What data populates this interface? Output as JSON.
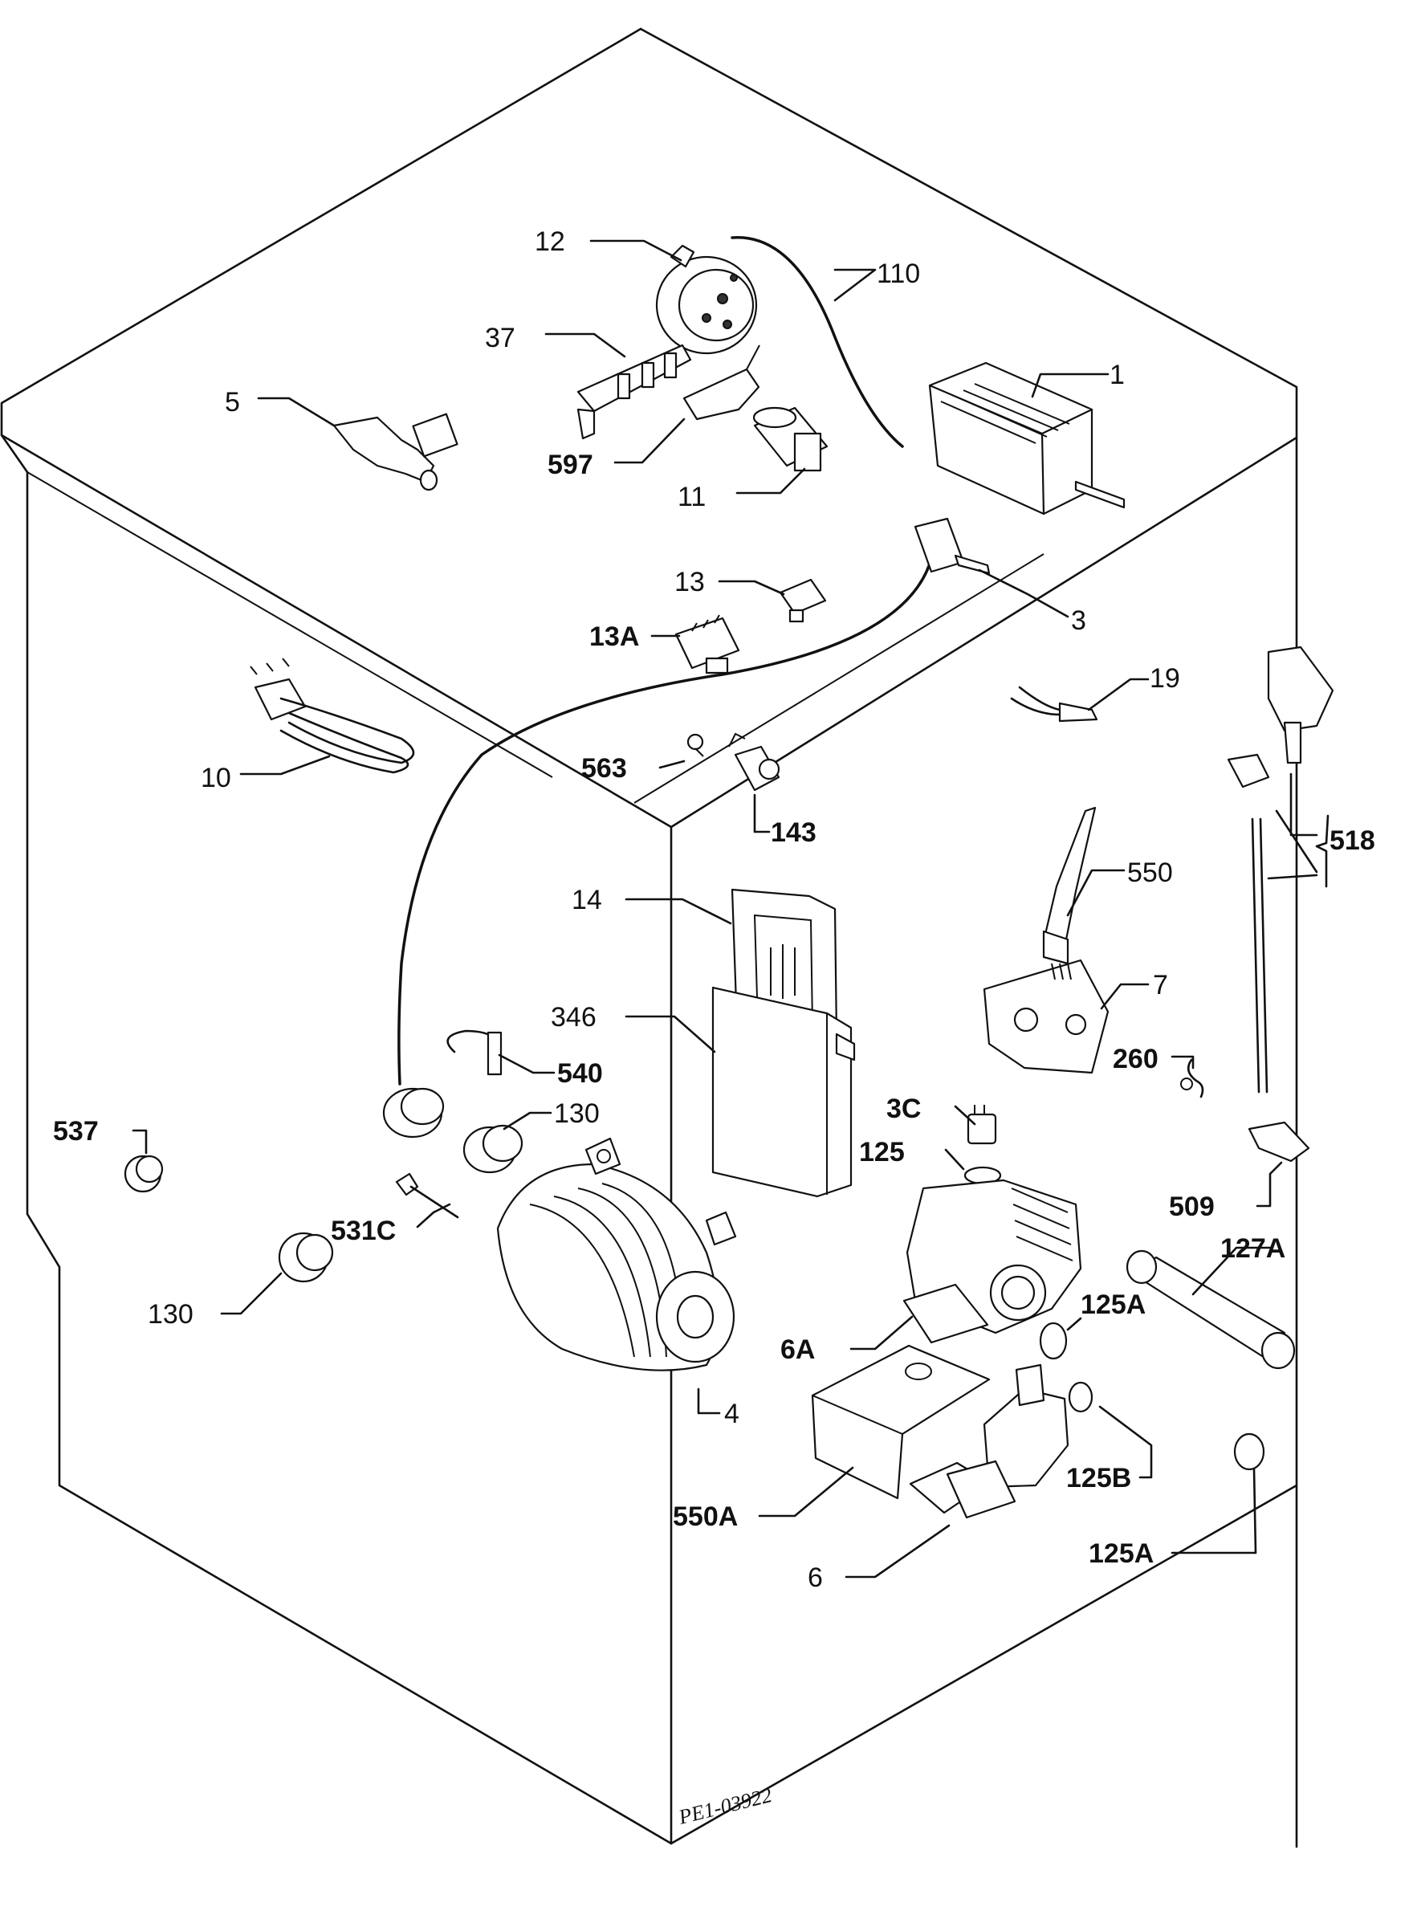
{
  "diagram": {
    "drawing_ref": "PE1-03922",
    "labels": {
      "p1": "1",
      "p3": "3",
      "p3c": "3C",
      "p4": "4",
      "p5": "5",
      "p6": "6",
      "p6a": "6A",
      "p7": "7",
      "p10": "10",
      "p11": "11",
      "p12": "12",
      "p13": "13",
      "p13a": "13A",
      "p14": "14",
      "p19": "19",
      "p37": "37",
      "p110": "110",
      "p125": "125",
      "p125a_1": "125A",
      "p125a_2": "125A",
      "p125b": "125B",
      "p127a": "127A",
      "p130_1": "130",
      "p130_2": "130",
      "p143": "143",
      "p260": "260",
      "p346": "346",
      "p509": "509",
      "p518": "518",
      "p531c": "531C",
      "p537": "537",
      "p540": "540",
      "p550": "550",
      "p550a": "550A",
      "p563": "563",
      "p597": "597"
    }
  }
}
